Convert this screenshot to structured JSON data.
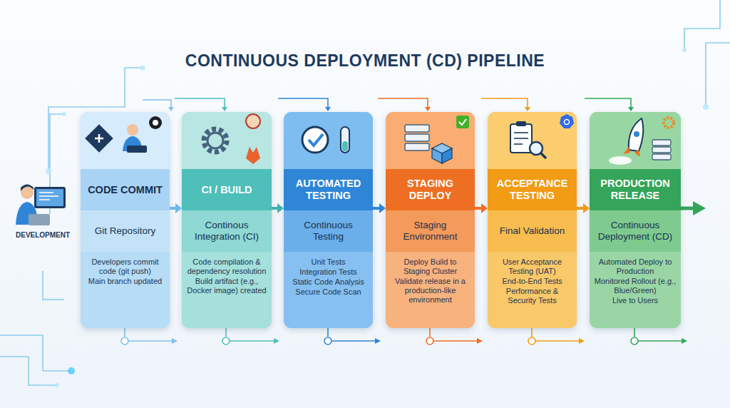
{
  "diagram": {
    "title": "CONTINUOUS DEPLOYMENT (CD) PIPELINE",
    "nodes": [
      {
        "text": [
          "CODE COMMIT",
          "Git Repository",
          "Developers commit code (git push)",
          "Main branch updated"
        ]
      },
      {
        "text": [
          "CI / BUILD",
          "Continous Integration (CI)",
          "Code compilation & dependency resolution",
          "Build artifact (e.g., Docker image) created"
        ]
      },
      {
        "text": [
          "AUTOMATED TESTING",
          "Continuous Testing",
          "Unit Tests",
          "Integration Tests",
          "Static Code Analysis",
          "Secure Code Scan"
        ]
      },
      {
        "text": [
          "STAGING DEPLOY",
          "Staging Environment",
          "Deploy Build to Staging Cluster",
          "Validate release in a production-like environment"
        ]
      },
      {
        "text": [
          "ACCEPTANCE TESTING",
          "Final Validation",
          "User Acceptance Testing (UAT)",
          "End-to-End Tests",
          "Performance & Security Tests"
        ]
      },
      {
        "text": [
          "PRODUCTION RELEASE",
          "Continuous Deployment (CD)",
          "Automated Deploy to Production",
          "Monitored Rollout (e.g., Blue/Green)",
          "Live to Users"
        ]
      }
    ],
    "edges": [
      {
        "from": 0,
        "to": 1,
        "arrow": "to"
      },
      {
        "from": 1,
        "to": 2,
        "arrow": "to"
      },
      {
        "from": 2,
        "to": 3,
        "arrow": "to"
      },
      {
        "from": 3,
        "to": 4,
        "arrow": "to"
      },
      {
        "from": 4,
        "to": 5,
        "arrow": "to"
      }
    ],
    "labels": [
      "DEVELOPMENT"
    ]
  }
}
